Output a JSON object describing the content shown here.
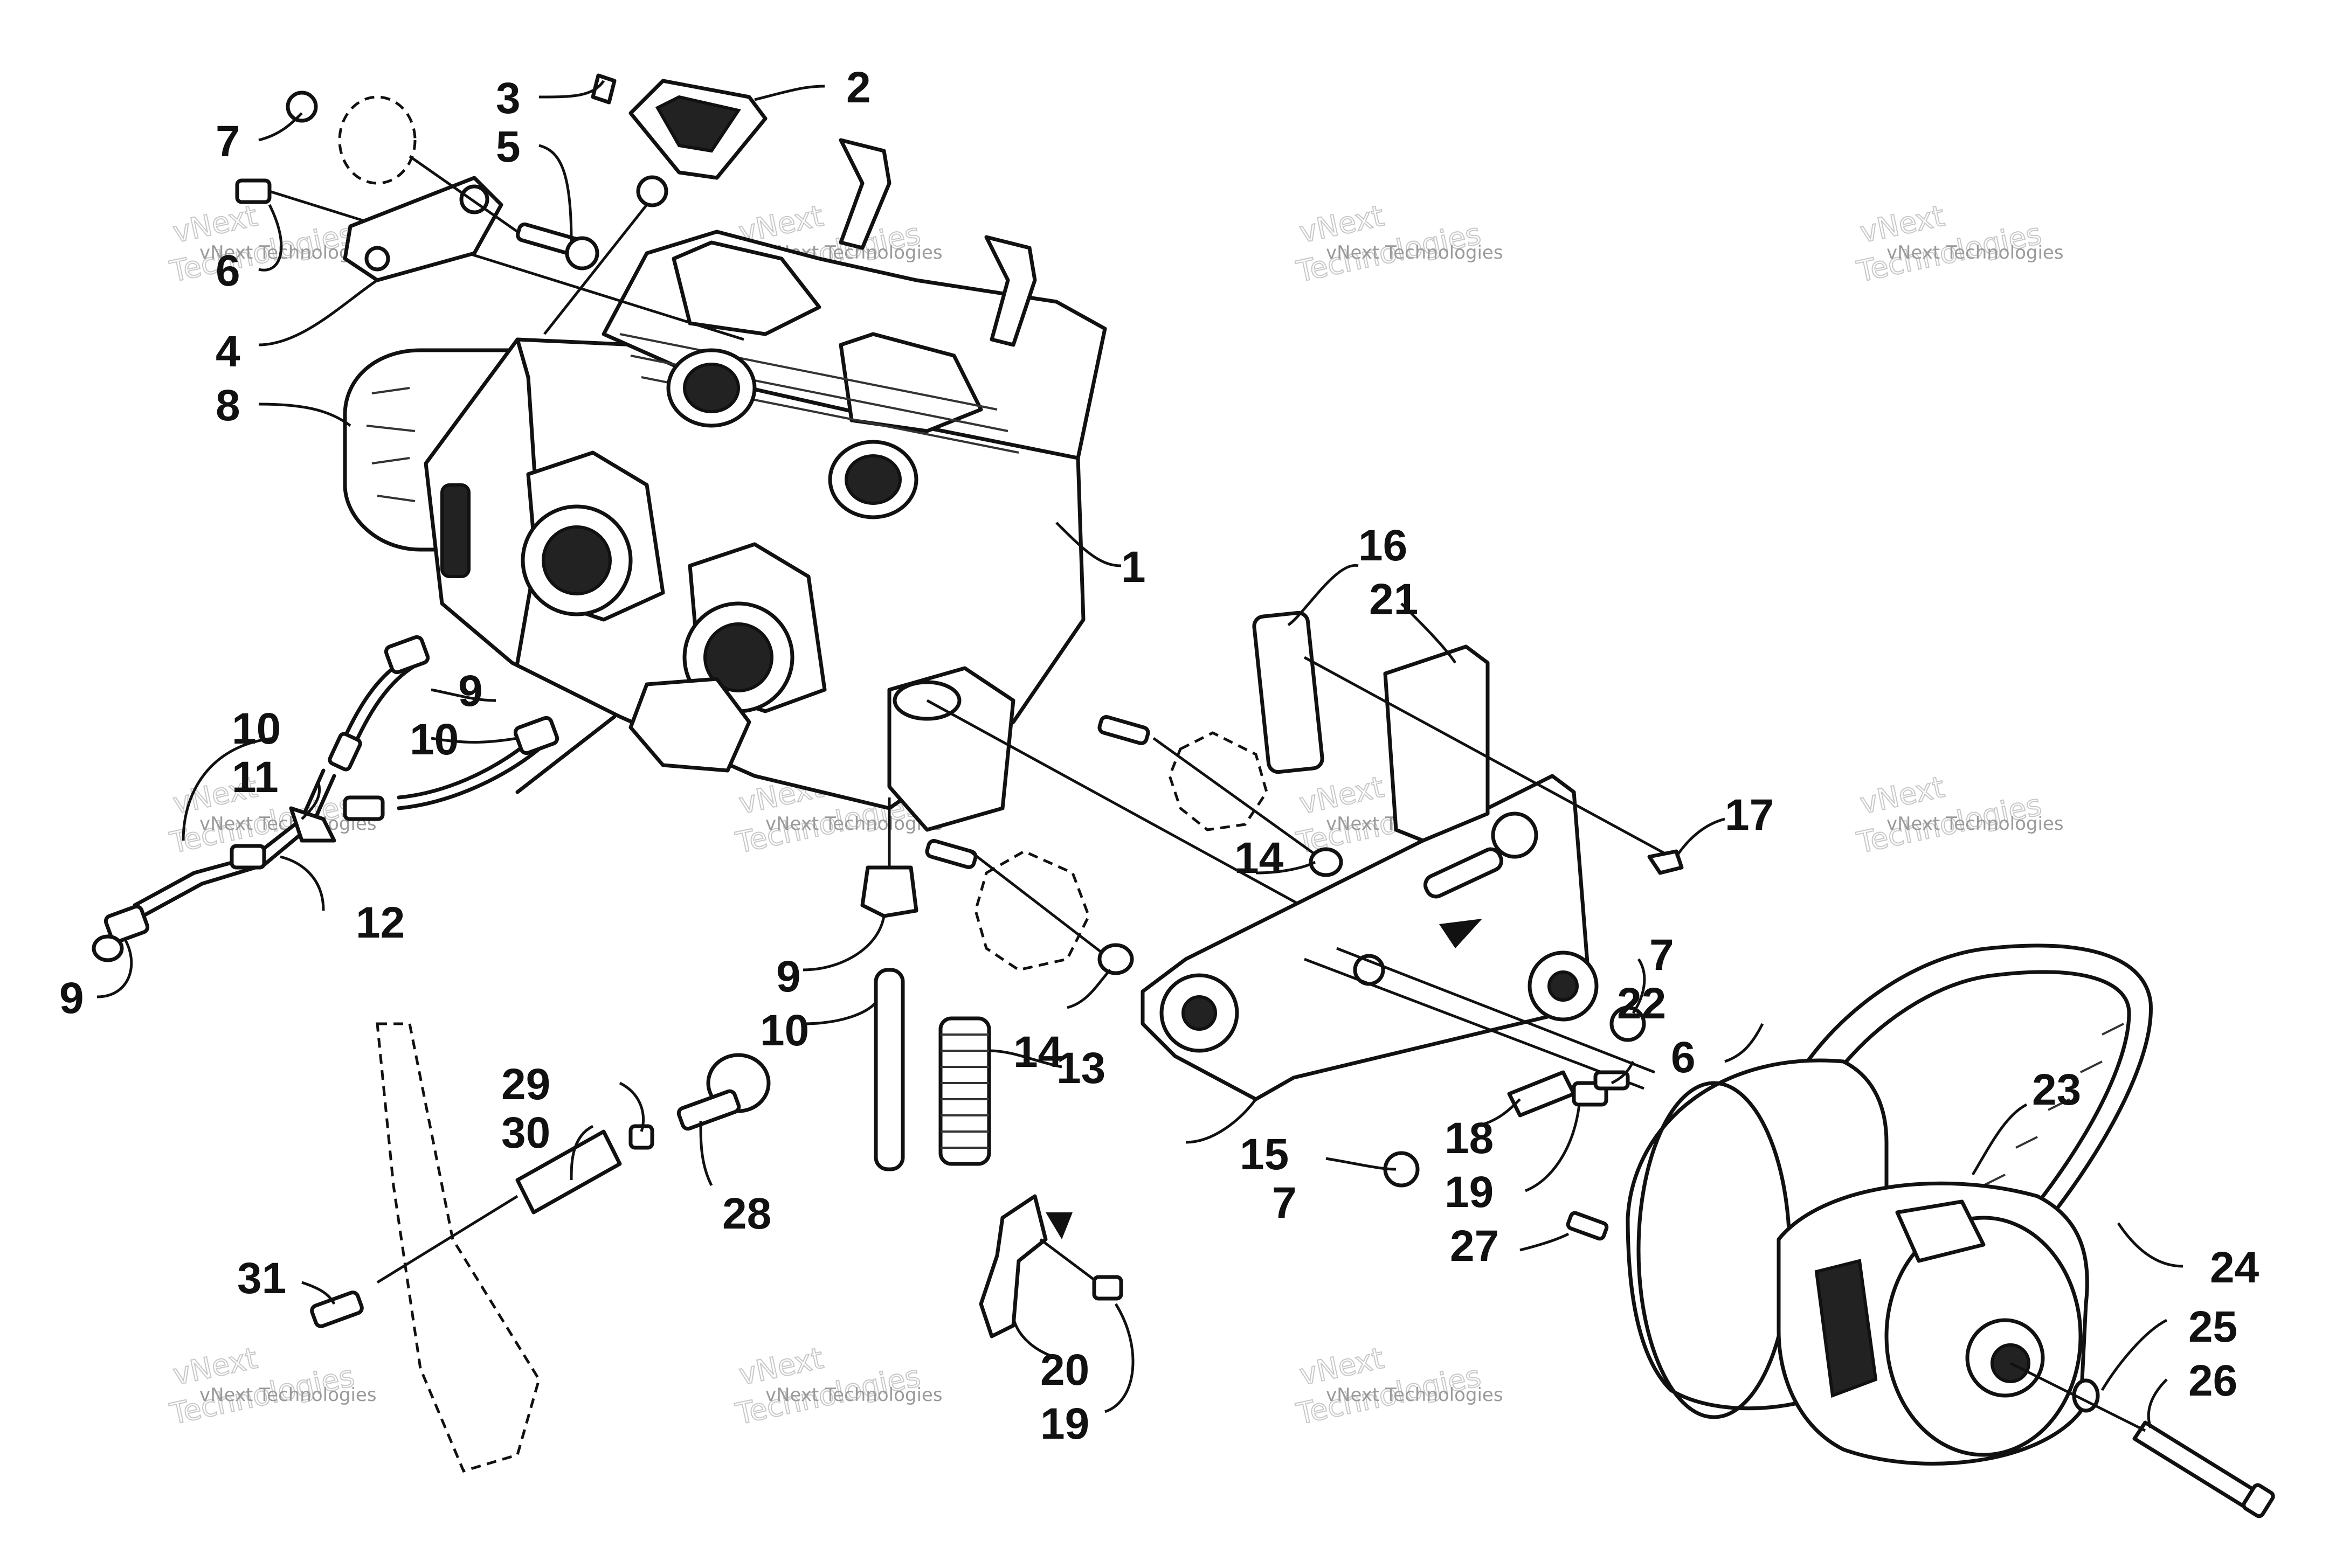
{
  "watermark": {
    "line1": "vNext Technologies",
    "line2": "vNext",
    "line3": "Technologies"
  },
  "callouts": [
    "1",
    "2",
    "3",
    "4",
    "5",
    "6",
    "7",
    "8",
    "9",
    "10",
    "11",
    "12",
    "13",
    "14",
    "15",
    "16",
    "17",
    "18",
    "19",
    "20",
    "21",
    "22",
    "23",
    "24",
    "25",
    "26",
    "27",
    "28",
    "29",
    "30",
    "31"
  ]
}
